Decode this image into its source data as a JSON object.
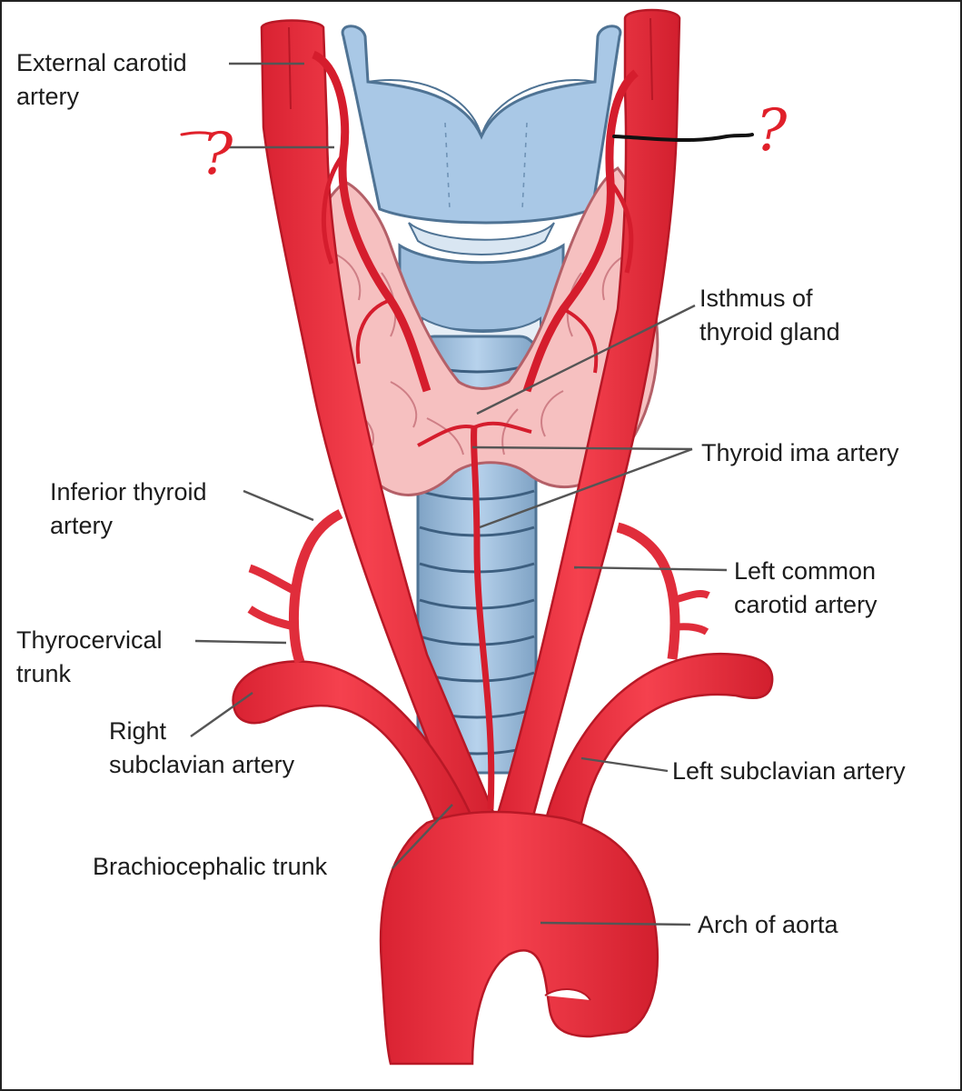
{
  "labels": {
    "external_carotid": {
      "line1": "External carotid",
      "line2": "artery"
    },
    "isthmus": {
      "line1": "Isthmus of",
      "line2": "thyroid gland"
    },
    "thyroid_ima": "Thyroid ima artery",
    "inferior_thyroid": {
      "line1": "Inferior thyroid",
      "line2": "artery"
    },
    "left_common_carotid": {
      "line1": "Left common",
      "line2": "carotid artery"
    },
    "thyrocervical": {
      "line1": "Thyrocervical",
      "line2": "trunk"
    },
    "right_subclavian": {
      "line1": "Right",
      "line2": "subclavian artery"
    },
    "left_subclavian": "Left subclavian artery",
    "brachiocephalic": "Brachiocephalic trunk",
    "aortic_arch": "Arch of aorta"
  },
  "annotations": {
    "question_mark": "?"
  },
  "colors": {
    "artery": "#f03a48",
    "artery_dark": "#c8202e",
    "cartilage": "#a9c8e6",
    "cartilage_dark": "#6f93b6",
    "thyroid": "#f6c0c0",
    "thyroid_dark": "#cf7f86",
    "annotation": "#e0202a"
  }
}
